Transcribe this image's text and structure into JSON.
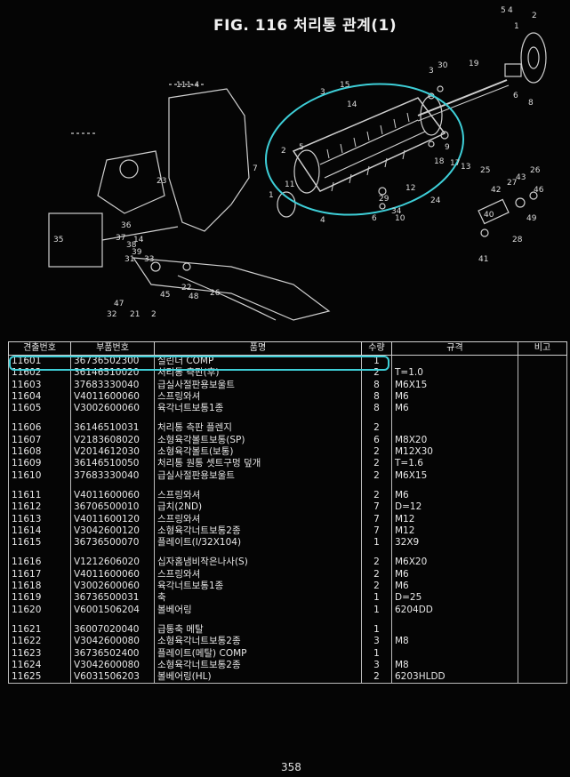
{
  "figure": {
    "title": "FIG. 116 처리통 관계(1)",
    "callouts": [
      "5",
      "4",
      "2",
      "1",
      "3",
      "30",
      "19",
      "6",
      "8",
      "111-4",
      "3",
      "15",
      "2",
      "5",
      "18",
      "17",
      "13",
      "12",
      "24",
      "25",
      "27",
      "43",
      "26",
      "42",
      "46",
      "40",
      "49",
      "28",
      "41",
      "23",
      "7",
      "1",
      "4",
      "34",
      "35",
      "36",
      "37",
      "38",
      "39",
      "31",
      "33",
      "32",
      "47",
      "48",
      "26",
      "22",
      "21",
      "45",
      "2",
      "11",
      "10",
      "6",
      "9",
      "29",
      "14"
    ],
    "highlight_color": "#3ecfd8"
  },
  "table": {
    "headers": [
      "견출번호",
      "부품번호",
      "품명",
      "수량",
      "규격",
      "비고"
    ],
    "rows": [
      {
        "no": "11601",
        "part": "36736502300",
        "name": "실린더 COMP",
        "qty": "1",
        "spec": "",
        "note": ""
      },
      {
        "no": "11602",
        "part": "36146510020",
        "name": "처리통 측판(후)",
        "qty": "2",
        "spec": "T=1.0",
        "note": ""
      },
      {
        "no": "11603",
        "part": "37683330040",
        "name": "급실사절판용보울트",
        "qty": "8",
        "spec": "M6X15",
        "note": ""
      },
      {
        "no": "11604",
        "part": "V4011600060",
        "name": "스프링와셔",
        "qty": "8",
        "spec": "M6",
        "note": ""
      },
      {
        "no": "11605",
        "part": "V3002600060",
        "name": "육각너트보통1종",
        "qty": "8",
        "spec": "M6",
        "note": ""
      },
      {
        "gap": true
      },
      {
        "no": "11606",
        "part": "36146510031",
        "name": "처리통 측판 플렌지",
        "qty": "2",
        "spec": "",
        "note": ""
      },
      {
        "no": "11607",
        "part": "V2183608020",
        "name": "소형육각볼트보통(SP)",
        "qty": "6",
        "spec": "M8X20",
        "note": ""
      },
      {
        "no": "11608",
        "part": "V2014612030",
        "name": "소형육각볼트(보통)",
        "qty": "2",
        "spec": "M12X30",
        "note": ""
      },
      {
        "no": "11609",
        "part": "36146510050",
        "name": "처리통 원통 셋트구멍 덮개",
        "qty": "2",
        "spec": "T=1.6",
        "note": ""
      },
      {
        "no": "11610",
        "part": "37683330040",
        "name": "급실사절판용보울트",
        "qty": "2",
        "spec": "M6X15",
        "note": ""
      },
      {
        "gap": true
      },
      {
        "no": "11611",
        "part": "V4011600060",
        "name": "스프링와셔",
        "qty": "2",
        "spec": "M6",
        "note": ""
      },
      {
        "no": "11612",
        "part": "36706500010",
        "name": "급치(2ND)",
        "qty": "7",
        "spec": "D=12",
        "note": ""
      },
      {
        "no": "11613",
        "part": "V4011600120",
        "name": "스프링와셔",
        "qty": "7",
        "spec": "M12",
        "note": ""
      },
      {
        "no": "11614",
        "part": "V3042600120",
        "name": "소형육각너트보통2종",
        "qty": "7",
        "spec": "M12",
        "note": ""
      },
      {
        "no": "11615",
        "part": "36736500070",
        "name": "플레이트(I/32X104)",
        "qty": "1",
        "spec": "32X9",
        "note": ""
      },
      {
        "gap": true
      },
      {
        "no": "11616",
        "part": "V1212606020",
        "name": "십자홈냄비작은나사(S)",
        "qty": "2",
        "spec": "M6X20",
        "note": ""
      },
      {
        "no": "11617",
        "part": "V4011600060",
        "name": "스프링와셔",
        "qty": "2",
        "spec": "M6",
        "note": ""
      },
      {
        "no": "11618",
        "part": "V3002600060",
        "name": "육각너트보통1종",
        "qty": "2",
        "spec": "M6",
        "note": ""
      },
      {
        "no": "11619",
        "part": "36736500031",
        "name": "축",
        "qty": "1",
        "spec": "D=25",
        "note": ""
      },
      {
        "no": "11620",
        "part": "V6001506204",
        "name": "볼베어링",
        "qty": "1",
        "spec": "6204DD",
        "note": ""
      },
      {
        "gap": true
      },
      {
        "no": "11621",
        "part": "36007020040",
        "name": "급통축 메탈",
        "qty": "1",
        "spec": "",
        "note": ""
      },
      {
        "no": "11622",
        "part": "V3042600080",
        "name": "소형육각너트보통2종",
        "qty": "3",
        "spec": "M8",
        "note": ""
      },
      {
        "no": "11623",
        "part": "36736502400",
        "name": "플레이트(메탈) COMP",
        "qty": "1",
        "spec": "",
        "note": ""
      },
      {
        "no": "11624",
        "part": "V3042600080",
        "name": "소형육각너트보통2종",
        "qty": "3",
        "spec": "M8",
        "note": ""
      },
      {
        "no": "11625",
        "part": "V6031506203",
        "name": "볼베어링(HL)",
        "qty": "2",
        "spec": "6203HLDD",
        "note": ""
      }
    ]
  },
  "page_number": "358"
}
